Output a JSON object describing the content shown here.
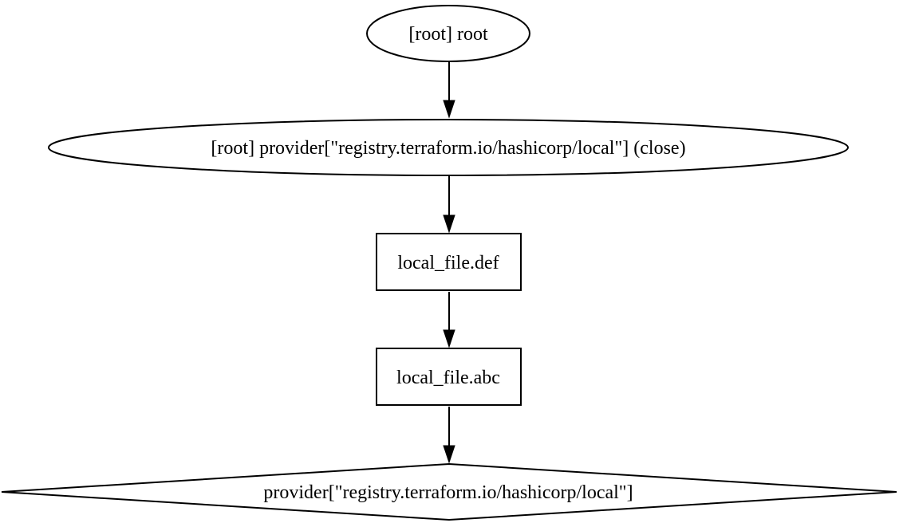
{
  "nodes": [
    {
      "id": "root",
      "label": "[root] root",
      "shape": "ellipse"
    },
    {
      "id": "provider_close",
      "label": "[root] provider[\"registry.terraform.io/hashicorp/local\"] (close)",
      "shape": "ellipse"
    },
    {
      "id": "def",
      "label": "local_file.def",
      "shape": "box"
    },
    {
      "id": "abc",
      "label": "local_file.abc",
      "shape": "box"
    },
    {
      "id": "provider",
      "label": "provider[\"registry.terraform.io/hashicorp/local\"]",
      "shape": "diamond"
    }
  ],
  "edges": [
    {
      "from": "root",
      "to": "provider_close"
    },
    {
      "from": "provider_close",
      "to": "def"
    },
    {
      "from": "def",
      "to": "abc"
    },
    {
      "from": "abc",
      "to": "provider"
    }
  ],
  "colors": {
    "stroke": "#000000",
    "background": "#ffffff"
  }
}
